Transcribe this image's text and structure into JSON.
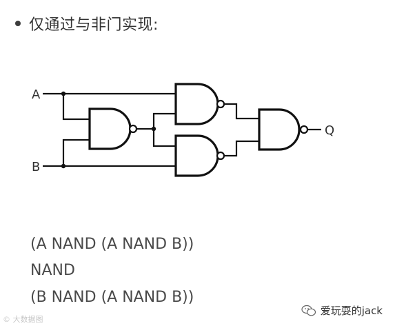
{
  "heading": {
    "text": "仅通过与非门实现:"
  },
  "circuit": {
    "input_a_label": "A",
    "input_b_label": "B",
    "output_label": "Q",
    "gate_type": "NAND",
    "gate_count": 4
  },
  "expression": {
    "line1": "(A NAND (A NAND B))",
    "line2": "NAND",
    "line3": "(B NAND (A NAND B))"
  },
  "watermark": {
    "left_text": "© 大数据图",
    "right_text": "爱玩耍的jack",
    "right_icon": "wechat-icon"
  }
}
